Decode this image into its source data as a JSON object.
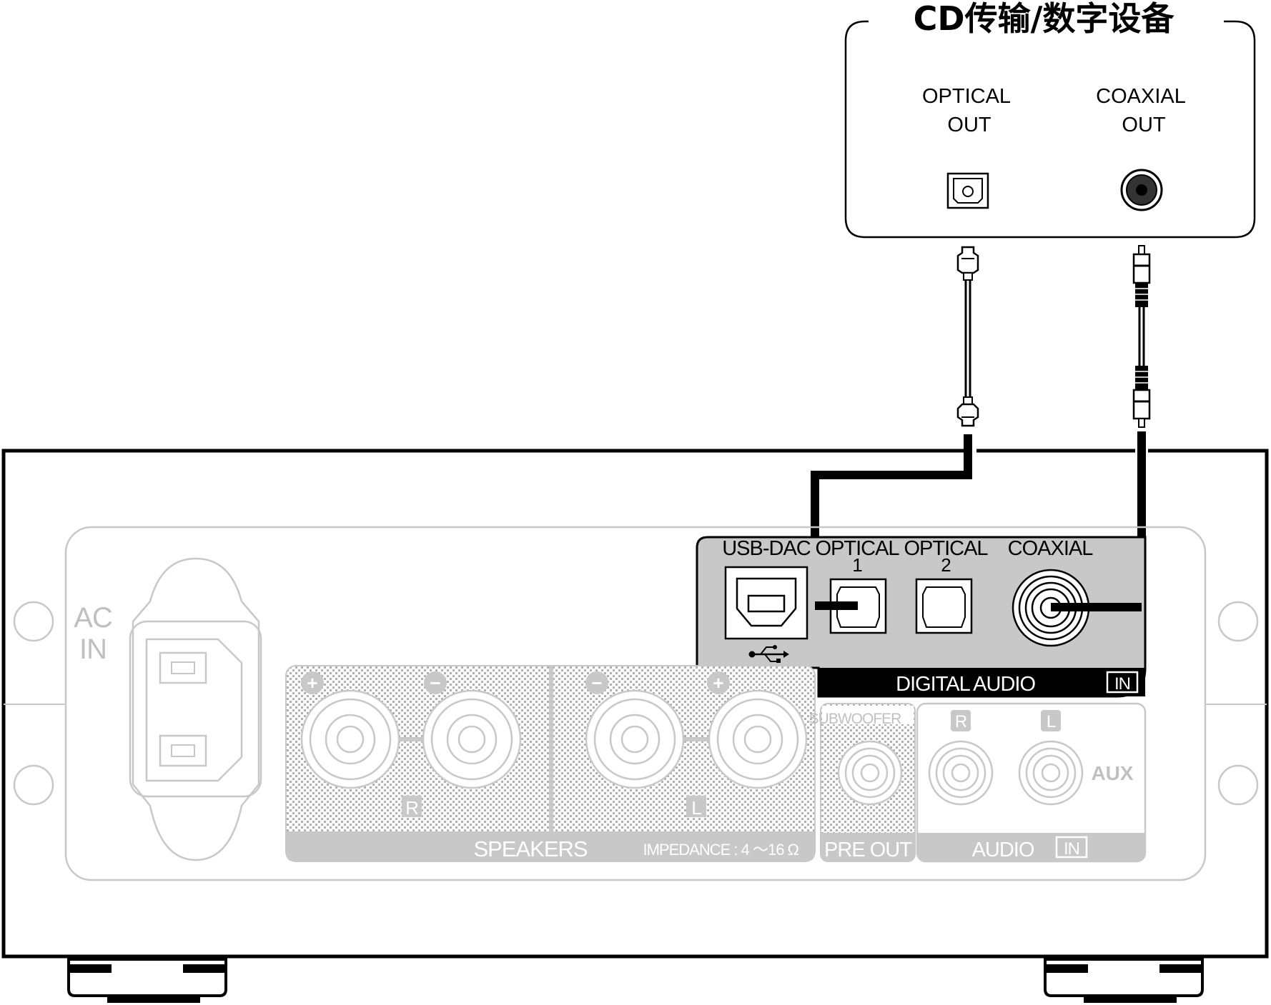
{
  "source_device": {
    "title": "CD传输/数字设备",
    "optical_out_label_line1": "OPTICAL",
    "optical_out_label_line2": "OUT",
    "coaxial_out_label_line1": "COAXIAL",
    "coaxial_out_label_line2": "OUT"
  },
  "amplifier": {
    "ac_in_line1": "AC",
    "ac_in_line2": "IN",
    "digital_inputs": {
      "usb_dac": "USB-DAC",
      "optical1_line1": "OPTICAL",
      "optical1_line2": "1",
      "optical2_line1": "OPTICAL",
      "optical2_line2": "2",
      "coaxial": "COAXIAL",
      "section_label": "DIGITAL  AUDIO",
      "section_badge": "IN"
    },
    "speakers": {
      "plus_glyph": "+",
      "minus_glyph": "−",
      "right_channel": "R",
      "left_channel": "L",
      "label": "SPEAKERS",
      "impedance": "IMPEDANCE : 4   ～16 Ω"
    },
    "pre_out": {
      "subwoofer": "SUBWOOFER",
      "label": "PRE OUT"
    },
    "audio_in": {
      "right": "R",
      "left": "L",
      "aux": "AUX",
      "label": "AUDIO",
      "badge": "IN"
    }
  },
  "colors": {
    "line": "#000000",
    "panel_gray": "#c8c8c8",
    "faint_outline": "#c8c8c8",
    "digital_band": "#000000"
  }
}
